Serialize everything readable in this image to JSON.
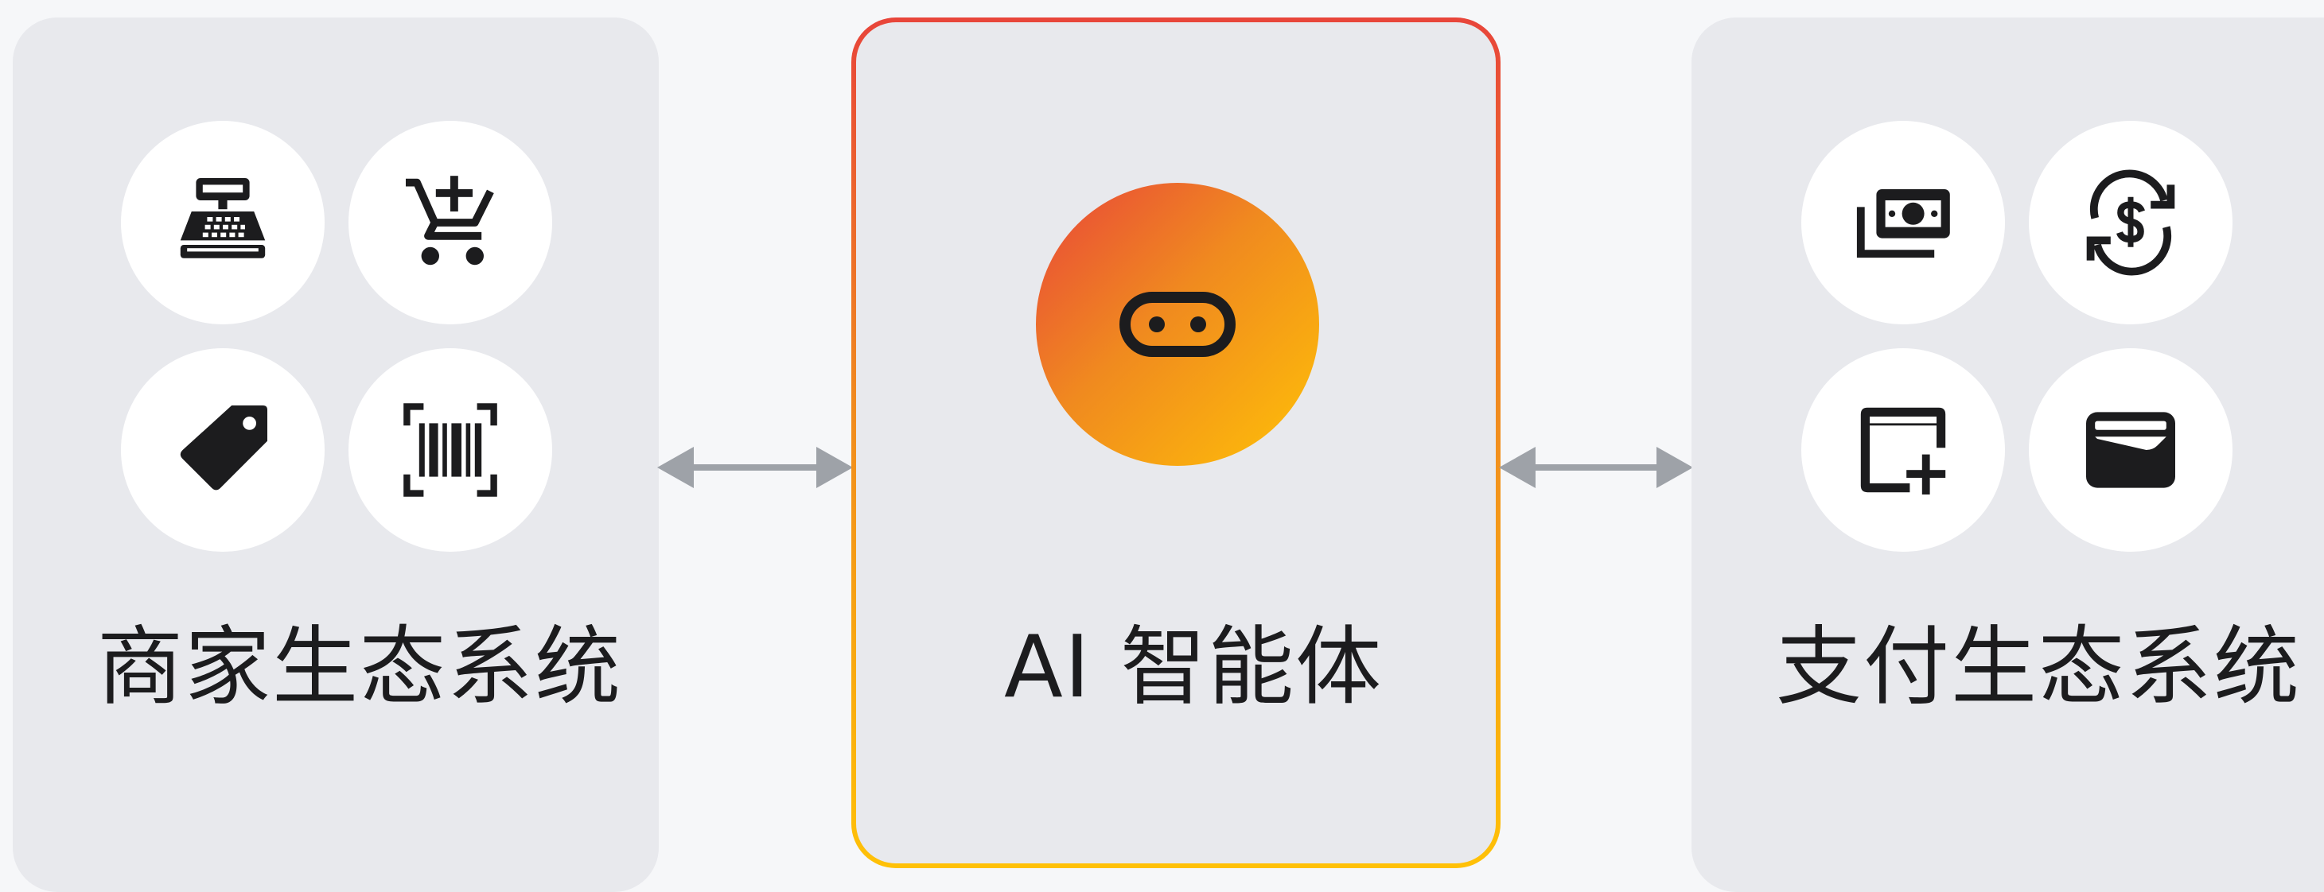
{
  "merchant": {
    "label": "商家生态系统",
    "icons": [
      "cash-register-icon",
      "cart-add-icon",
      "price-tag-icon",
      "barcode-scan-icon"
    ]
  },
  "agent": {
    "label": "AI 智能体",
    "icon": "robot-face-icon"
  },
  "payment": {
    "label": "支付生态系统",
    "icons": [
      "banknote-icon",
      "currency-exchange-icon",
      "add-card-icon",
      "wallet-card-icon"
    ]
  },
  "colors": {
    "panel": "#e8e9ed",
    "gradient_start": "#e8453a",
    "gradient_end": "#ffc107",
    "arrow": "#9ea2a8",
    "icon": "#1c1c1e"
  }
}
